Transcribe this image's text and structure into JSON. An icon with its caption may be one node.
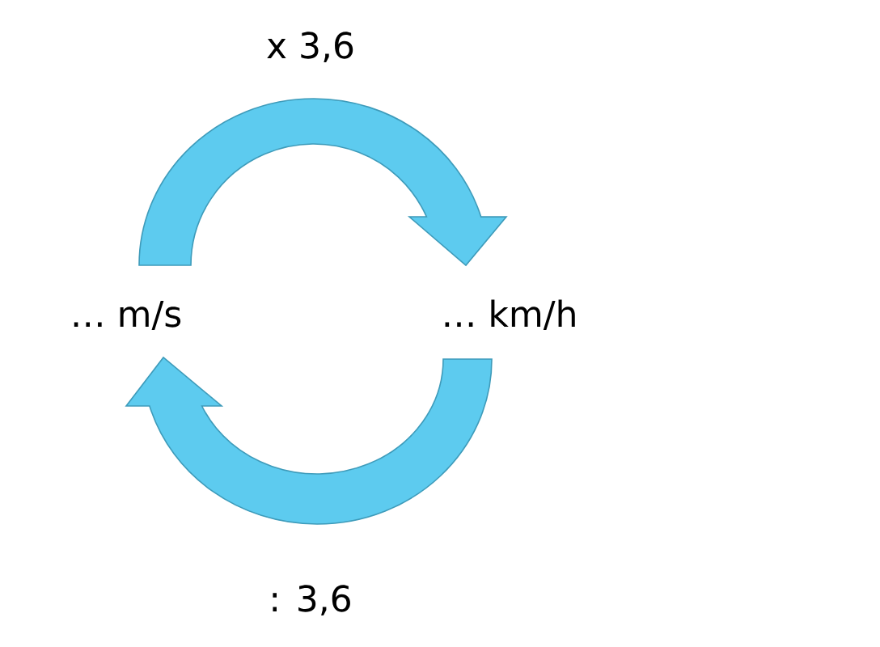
{
  "diagram": {
    "nodes": [
      {
        "text": [
          "… m/s"
        ]
      },
      {
        "text": [
          "… km/h"
        ]
      }
    ],
    "edges": [
      {
        "from": 0,
        "to": 1,
        "arrow": "to",
        "label": "x 3,6"
      },
      {
        "from": 1,
        "to": 0,
        "arrow": "to",
        "label": ": 3,6"
      }
    ]
  }
}
